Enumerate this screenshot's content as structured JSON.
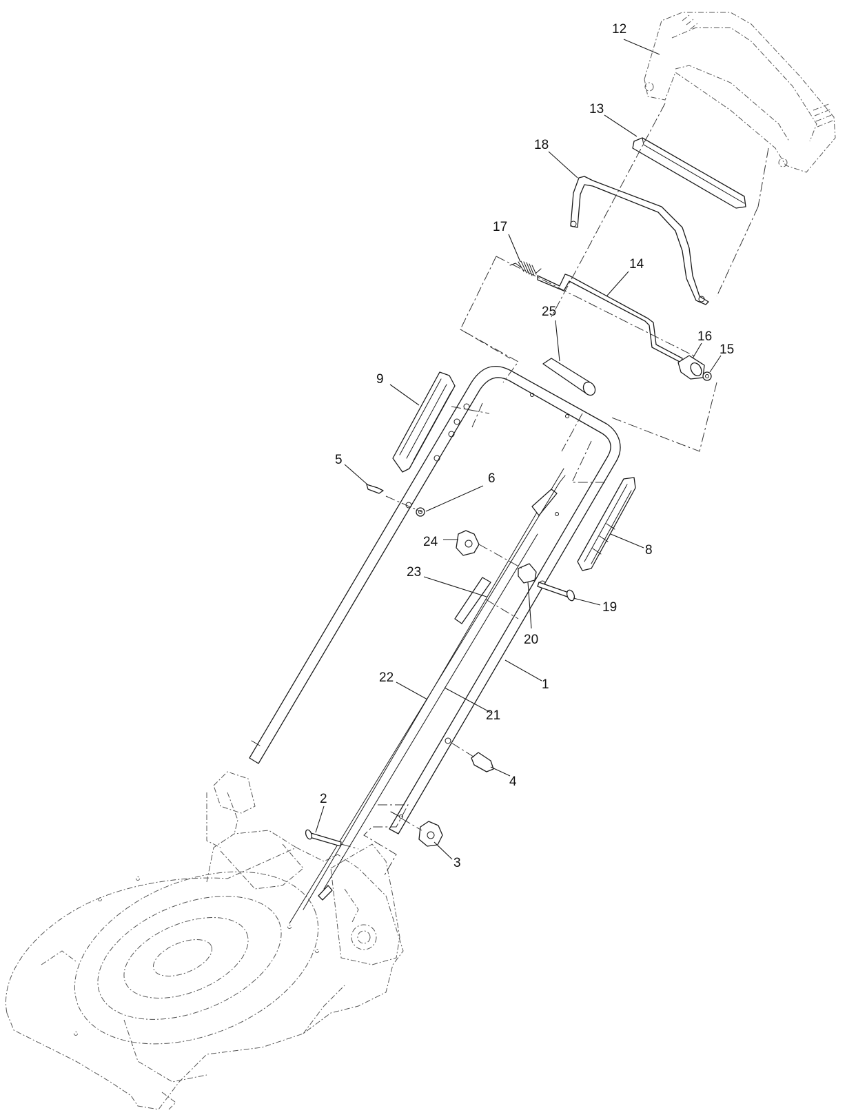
{
  "diagram": {
    "callouts": [
      {
        "id": "c1",
        "label": "1"
      },
      {
        "id": "c2",
        "label": "2"
      },
      {
        "id": "c3",
        "label": "3"
      },
      {
        "id": "c4",
        "label": "4"
      },
      {
        "id": "c5",
        "label": "5"
      },
      {
        "id": "c6",
        "label": "6"
      },
      {
        "id": "c8",
        "label": "8"
      },
      {
        "id": "c9",
        "label": "9"
      },
      {
        "id": "c12",
        "label": "12"
      },
      {
        "id": "c13",
        "label": "13"
      },
      {
        "id": "c14",
        "label": "14"
      },
      {
        "id": "c15",
        "label": "15"
      },
      {
        "id": "c16",
        "label": "16"
      },
      {
        "id": "c17",
        "label": "17"
      },
      {
        "id": "c18",
        "label": "18"
      },
      {
        "id": "c19",
        "label": "19"
      },
      {
        "id": "c20",
        "label": "20"
      },
      {
        "id": "c21",
        "label": "21"
      },
      {
        "id": "c22",
        "label": "22"
      },
      {
        "id": "c23",
        "label": "23"
      },
      {
        "id": "c24",
        "label": "24"
      },
      {
        "id": "c25",
        "label": "25"
      }
    ]
  }
}
